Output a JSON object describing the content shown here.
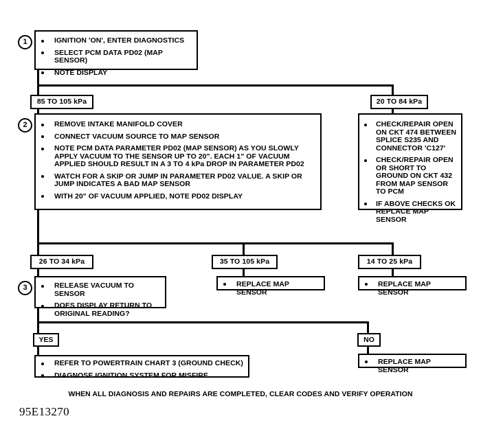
{
  "document": {
    "code": "95E13270",
    "footer_note": "WHEN ALL DIAGNOSIS AND REPAIRS ARE COMPLETED, CLEAR CODES AND VERIFY OPERATION"
  },
  "steps": {
    "one": {
      "number": "1",
      "items": [
        "IGNITION 'ON', ENTER DIAGNOSTICS",
        "SELECT PCM DATA PD02 (MAP SENSOR)",
        "NOTE DISPLAY"
      ]
    },
    "two": {
      "number": "2",
      "items": [
        "REMOVE INTAKE MANIFOLD COVER",
        "CONNECT VACUUM SOURCE TO MAP SENSOR",
        "NOTE PCM DATA PARAMETER PD02 (MAP SENSOR) AS YOU SLOWLY APPLY VACUUM TO THE SENSOR UP TO 20\". EACH 1\" OF VACUUM APPLIED SHOULD RESULT IN A 3 TO 4 kPa DROP IN PARAMETER PD02",
        "WATCH FOR A SKIP OR JUMP IN PARAMETER PD02 VALUE.  A SKIP OR JUMP INDICATES A BAD MAP SENSOR",
        "WITH 20\" OF VACUUM APPLIED, NOTE PD02 DISPLAY"
      ]
    },
    "three": {
      "number": "3",
      "items": [
        "RELEASE VACUUM TO SENSOR",
        "DOES DISPLAY RETURN TO ORIGINAL READING?"
      ]
    }
  },
  "branch_labels": {
    "row1_left": "85 TO 105 kPa",
    "row1_right": "20 TO 84 kPa",
    "row2_left": "26 TO 34 kPa",
    "row2_mid": "35 TO 105 kPa",
    "row2_right": "14 TO 25 kPa",
    "yes": "YES",
    "no": "NO"
  },
  "outcomes": {
    "ckt_check": {
      "items": [
        "CHECK/REPAIR OPEN ON CKT 474 BETWEEN SPLICE S235 AND CONNECTOR 'C127'",
        "CHECK/REPAIR OPEN OR SHORT TO GROUND ON CKT 432 FROM MAP SENSOR TO PCM",
        "IF ABOVE CHECKS OK REPLACE MAP SENSOR"
      ]
    },
    "replace_mid": "REPLACE MAP SENSOR",
    "replace_right": "REPLACE MAP SENSOR",
    "replace_no": "REPLACE MAP SENSOR",
    "final_yes": [
      "REFER TO POWERTRAIN CHART 3 (GROUND CHECK)",
      "DIAGNOSE IGNITION SYSTEM FOR MISFIRE"
    ]
  }
}
